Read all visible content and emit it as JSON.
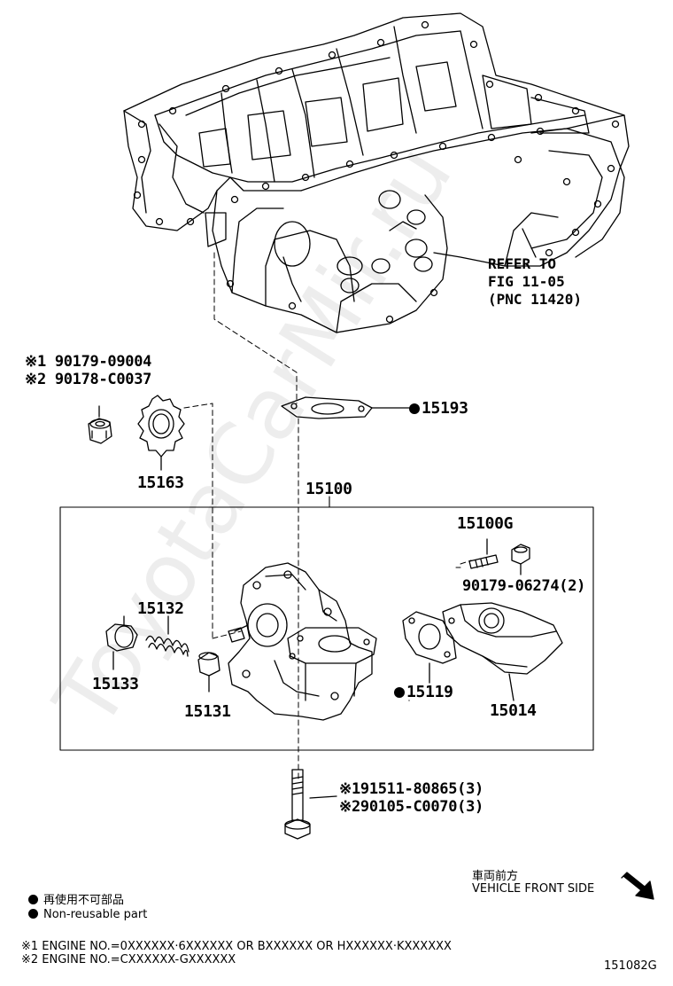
{
  "labels": {
    "refer_line1": "REFER TO",
    "refer_line2": "FIG 11-05",
    "refer_line3": "(PNC 11420)",
    "nut_part_1": "※1 90179-09004",
    "nut_part_2": "※2 90178-C0037",
    "gasket": "15193",
    "sprocket": "15163",
    "oil_pump_assembly": "15100",
    "stud": "15100G",
    "stud_nut": "90179-06274(2)",
    "spring": "15132",
    "plug": "15133",
    "valve": "15131",
    "gasket_2": "15119",
    "strainer": "15014",
    "bolt_1": "※191511-80865(3)",
    "bolt_2": "※290105-C0070(3)"
  },
  "front": {
    "japanese": "車両前方",
    "english": "VEHICLE FRONT SIDE"
  },
  "legend": {
    "japanese": "再使用不可部品",
    "english": "Non-reusable part"
  },
  "footnotes": {
    "note1": "※1 ENGINE NO.=0XXXXXX·6XXXXXX OR BXXXXXX OR HXXXXXX·KXXXXXX",
    "note2": "※2 ENGINE NO.=CXXXXXX-GXXXXXX"
  },
  "figure_id": "151082G",
  "watermark": "ToyotaCarMir.ru"
}
